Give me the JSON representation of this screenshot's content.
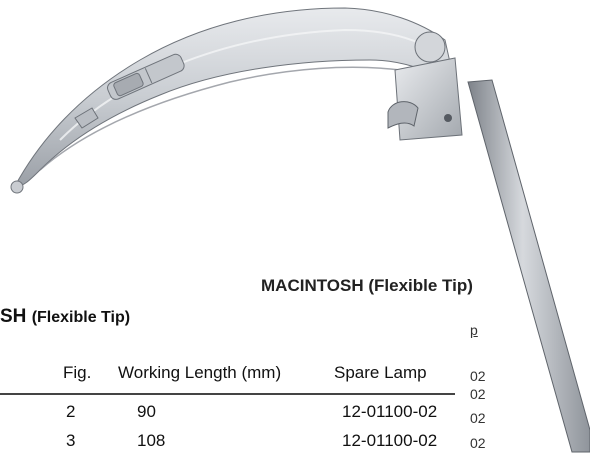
{
  "headings": {
    "small": "MACINTOSH (Flexible Tip)",
    "large_main": "SH",
    "large_suffix": "(Flexible Tip)"
  },
  "table": {
    "columns": [
      "Fig.",
      "Working Length (mm)",
      "Spare Lamp"
    ],
    "rows": [
      {
        "fig": "2",
        "length": "90",
        "lamp": "12-01100-02"
      },
      {
        "fig": "3",
        "length": "108",
        "lamp": "12-01100-02"
      }
    ]
  },
  "background_fragments": [
    "p",
    "02",
    "02",
    "02",
    "02"
  ],
  "colors": {
    "metal_light": "#d9dce0",
    "metal_dark": "#8a8f96",
    "text": "#111111"
  }
}
